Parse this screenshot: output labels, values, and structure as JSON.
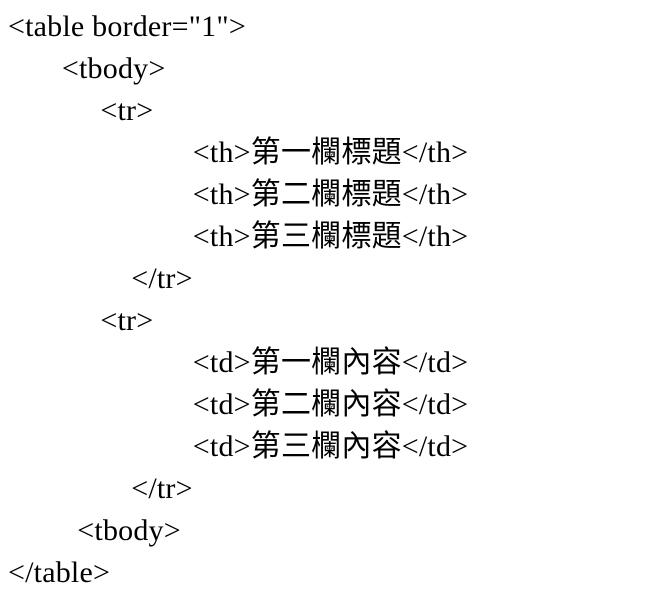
{
  "page": {
    "background_color": "#ffffff",
    "text_color": "#000000"
  },
  "code": {
    "language": "html",
    "lines": [
      "<table border=\"1\">",
      "       <tbody>",
      "            <tr>",
      "                        <th>第一欄標題</th>",
      "                        <th>第二欄標題</th>",
      "                        <th>第三欄標題</th>",
      "                </tr>",
      "            <tr>",
      "                        <td>第一欄內容</td>",
      "                        <td>第二欄內容</td>",
      "                        <td>第三欄內容</td>",
      "                </tr>",
      "         <tbody>",
      "</table>"
    ]
  }
}
